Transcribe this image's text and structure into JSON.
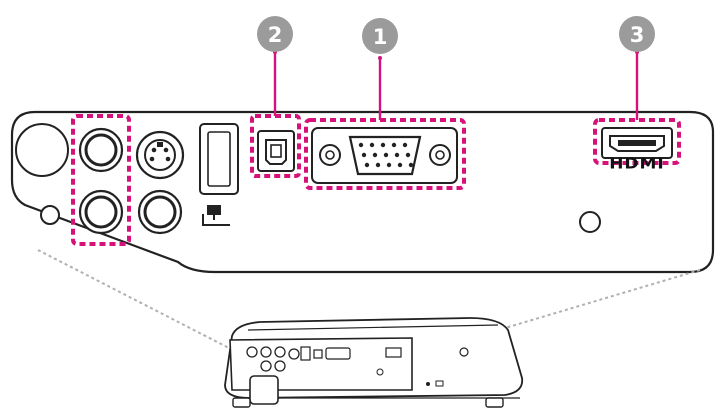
{
  "callouts": [
    {
      "number": "1",
      "target": "computer-port-vga"
    },
    {
      "number": "2",
      "target": "service-port-usb-b"
    },
    {
      "number": "3",
      "target": "hdmi-port"
    }
  ],
  "labels": {
    "hdmi": "HDMI"
  },
  "icons": {
    "remote_port": "computer-monitor-icon"
  },
  "colors": {
    "highlight": "#d6127a",
    "callout_circle": "#9b9b9b",
    "callout_text": "#ffffff",
    "outline": "#222222",
    "leader": "#b0b0b0"
  }
}
